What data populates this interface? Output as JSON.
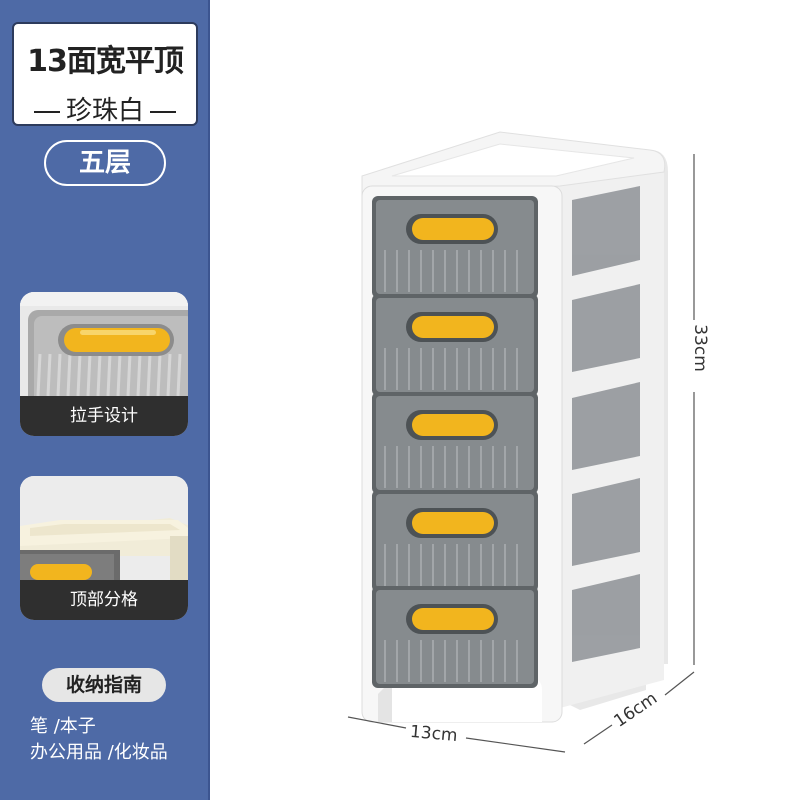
{
  "product": {
    "title": "13面宽平顶",
    "color_name": "珍珠白",
    "layers": "五层"
  },
  "features": [
    {
      "label": "拉手设计"
    },
    {
      "label": "顶部分格"
    }
  ],
  "guide": {
    "heading": "收纳指南",
    "line1": "笔 /本子",
    "line2": "办公用品 /化妆品"
  },
  "dimensions": {
    "height": "33cm",
    "width": "13cm",
    "depth": "16cm"
  },
  "colors": {
    "sidebar": "#4e6aa6",
    "handle": "#f2b51e",
    "drawer": "#6d7275",
    "frame": "#f6f6f6"
  }
}
